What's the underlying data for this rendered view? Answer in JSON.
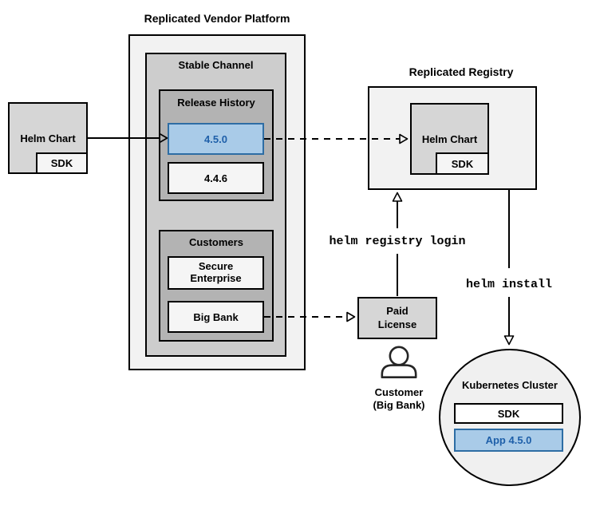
{
  "colors": {
    "highlight_fill": "#A9CBE8",
    "highlight_border": "#2E6DA4",
    "highlight_text": "#1E5FA9",
    "panel_light": "#F2F2F2",
    "panel_mid": "#CDCDCD",
    "panel_dark": "#B3B3B3",
    "box_gray": "#D6D6D6",
    "box_offwhite": "#F5F5F5"
  },
  "vendor_platform": {
    "title": "Replicated Vendor Platform",
    "stable_channel": {
      "title": "Stable Channel",
      "release_history": {
        "title": "Release History",
        "releases": [
          {
            "version": "4.5.0",
            "highlighted": true
          },
          {
            "version": "4.4.6",
            "highlighted": false
          }
        ]
      },
      "customers": {
        "title": "Customers",
        "items": [
          {
            "name": "Secure\nEnterprise"
          },
          {
            "name": "Big Bank"
          }
        ]
      }
    }
  },
  "helm_chart_source": {
    "label": "Helm Chart",
    "sdk": "SDK"
  },
  "registry": {
    "title": "Replicated Registry",
    "helm_chart": "Helm Chart",
    "sdk": "SDK"
  },
  "paid_license": {
    "label": "Paid\nLicense"
  },
  "customer": {
    "label": "Customer\n(Big Bank)"
  },
  "kubernetes_cluster": {
    "title": "Kubernetes Cluster",
    "sdk": "SDK",
    "app": "App 4.5.0"
  },
  "commands": {
    "registry_login": "helm registry login",
    "install": "helm install"
  }
}
